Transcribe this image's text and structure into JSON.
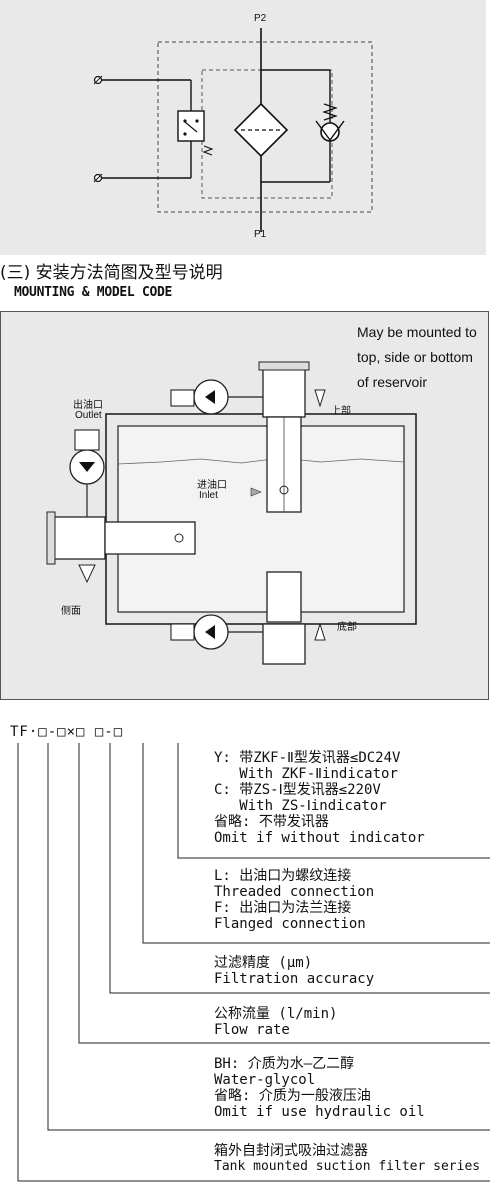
{
  "hydraulic_diagram": {
    "port_p2": "P2",
    "port_p1": "P1"
  },
  "section": {
    "title_cn": "(三) 安装方法简图及型号说明",
    "title_en": "MOUNTING & MODEL CODE"
  },
  "mounting": {
    "note": [
      "May be mounted to",
      "top, side or bottom",
      "of reservoir"
    ],
    "outlet_cn": "出油口",
    "outlet_en": "Outlet",
    "inlet_cn": "进油口",
    "inlet_en": "Inlet",
    "top_cn": "上部",
    "side_cn": "侧面",
    "bottom_cn": "底部"
  },
  "model_code": {
    "prefix": "TF·",
    "code_text": "TF·□-□×□ □-□",
    "options": [
      {
        "lines": [
          "Y: 带ZKF-Ⅱ型发讯器≤DC24V",
          "   With ZKF-Ⅱindicator",
          "C: 带ZS-Ⅰ型发讯器≤220V",
          "   With ZS-Ⅰindicator",
          "省略: 不带发讯器",
          "Omit if without indicator"
        ]
      },
      {
        "lines": [
          "L: 出油口为螺纹连接",
          "Threaded connection",
          "F: 出油口为法兰连接",
          "Flanged connection"
        ]
      },
      {
        "lines": [
          "过滤精度 (μm)",
          "Filtration accuracy"
        ]
      },
      {
        "lines": [
          "公称流量 (l/min)",
          "Flow rate"
        ]
      },
      {
        "lines": [
          "BH: 介质为水—乙二醇",
          "Water-glycol",
          "省略: 介质为一般液压油",
          "Omit if use hydraulic oil"
        ]
      },
      {
        "lines": [
          "箱外自封闭式吸油过滤器",
          "Tank mounted suction filter series"
        ]
      }
    ]
  }
}
